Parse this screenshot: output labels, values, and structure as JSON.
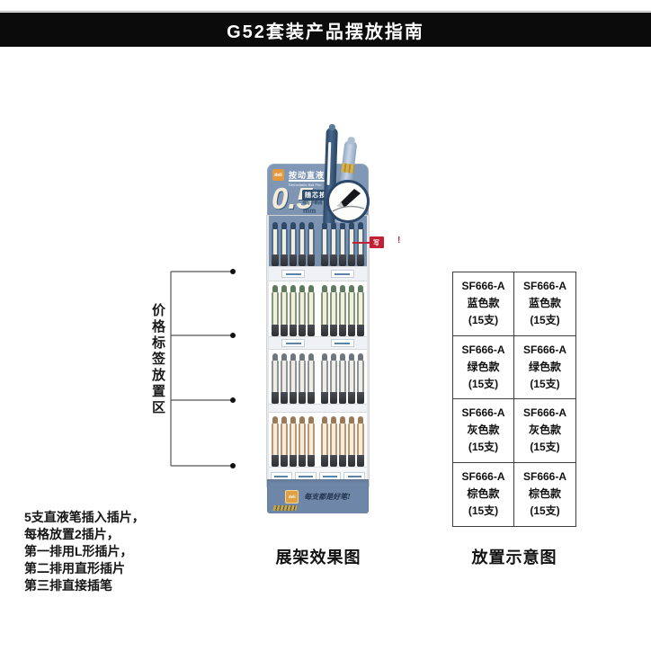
{
  "title_bar": {
    "title": "G52套装产品摆放指南",
    "bg": "#0b0b0b",
    "fg": "#ffffff"
  },
  "price_label_area": {
    "label": "价格标签放置区",
    "pointer_count": 4
  },
  "instructions": {
    "lines": [
      "5支直液笔插入插片，",
      "每格放置2插片，",
      "第一排用L形插片，",
      "第二排用直形插片",
      "第三排直接插笔"
    ]
  },
  "rack": {
    "caption": "展架效果图",
    "header": {
      "brand": "deli",
      "product_name": "按动直液笔",
      "product_name_en": "Retractable Ball Pen",
      "tip_size": "0.5",
      "tip_unit": "mm",
      "feature_badge": "随芯按",
      "feature_sub": "书写不断线",
      "header_color": "#7B93B0"
    },
    "callout": {
      "label": "试写笔",
      "mark": "!",
      "color": "#C32035"
    },
    "base": {
      "brand": "deli",
      "slogan": "每支都是好笔!",
      "color": "#6E87A8"
    },
    "rows": [
      {
        "name": "blue",
        "side": "#4E6E92",
        "cap": "#2E4A68",
        "center": "#F3ECDA",
        "groups": 2,
        "pens_per_group": 5
      },
      {
        "name": "green",
        "side": "#84997C",
        "cap": "#5F7A5C",
        "center": "#F3EFDF",
        "groups": 2,
        "pens_per_group": 5
      },
      {
        "name": "gray",
        "side": "#8D949B",
        "cap": "#6E767E",
        "center": "#F1EDE2",
        "groups": 2,
        "pens_per_group": 5
      },
      {
        "name": "brown",
        "side": "#BB9672",
        "cap": "#9A7A57",
        "center": "#F5EDDA",
        "groups": 2,
        "pens_per_group": 5
      }
    ]
  },
  "table": {
    "caption": "放置示意图",
    "rows": [
      [
        {
          "model": "SF666-A",
          "variant": "蓝色款",
          "qty": "(15支)"
        },
        {
          "model": "SF666-A",
          "variant": "蓝色款",
          "qty": "(15支)"
        }
      ],
      [
        {
          "model": "SF666-A",
          "variant": "绿色款",
          "qty": "(15支)"
        },
        {
          "model": "SF666-A",
          "variant": "绿色款",
          "qty": "(15支)"
        }
      ],
      [
        {
          "model": "SF666-A",
          "variant": "灰色款",
          "qty": "(15支)"
        },
        {
          "model": "SF666-A",
          "variant": "灰色款",
          "qty": "(15支)"
        }
      ],
      [
        {
          "model": "SF666-A",
          "variant": "棕色款",
          "qty": "(15支)"
        },
        {
          "model": "SF666-A",
          "variant": "棕色款",
          "qty": "(15支)"
        }
      ]
    ]
  }
}
